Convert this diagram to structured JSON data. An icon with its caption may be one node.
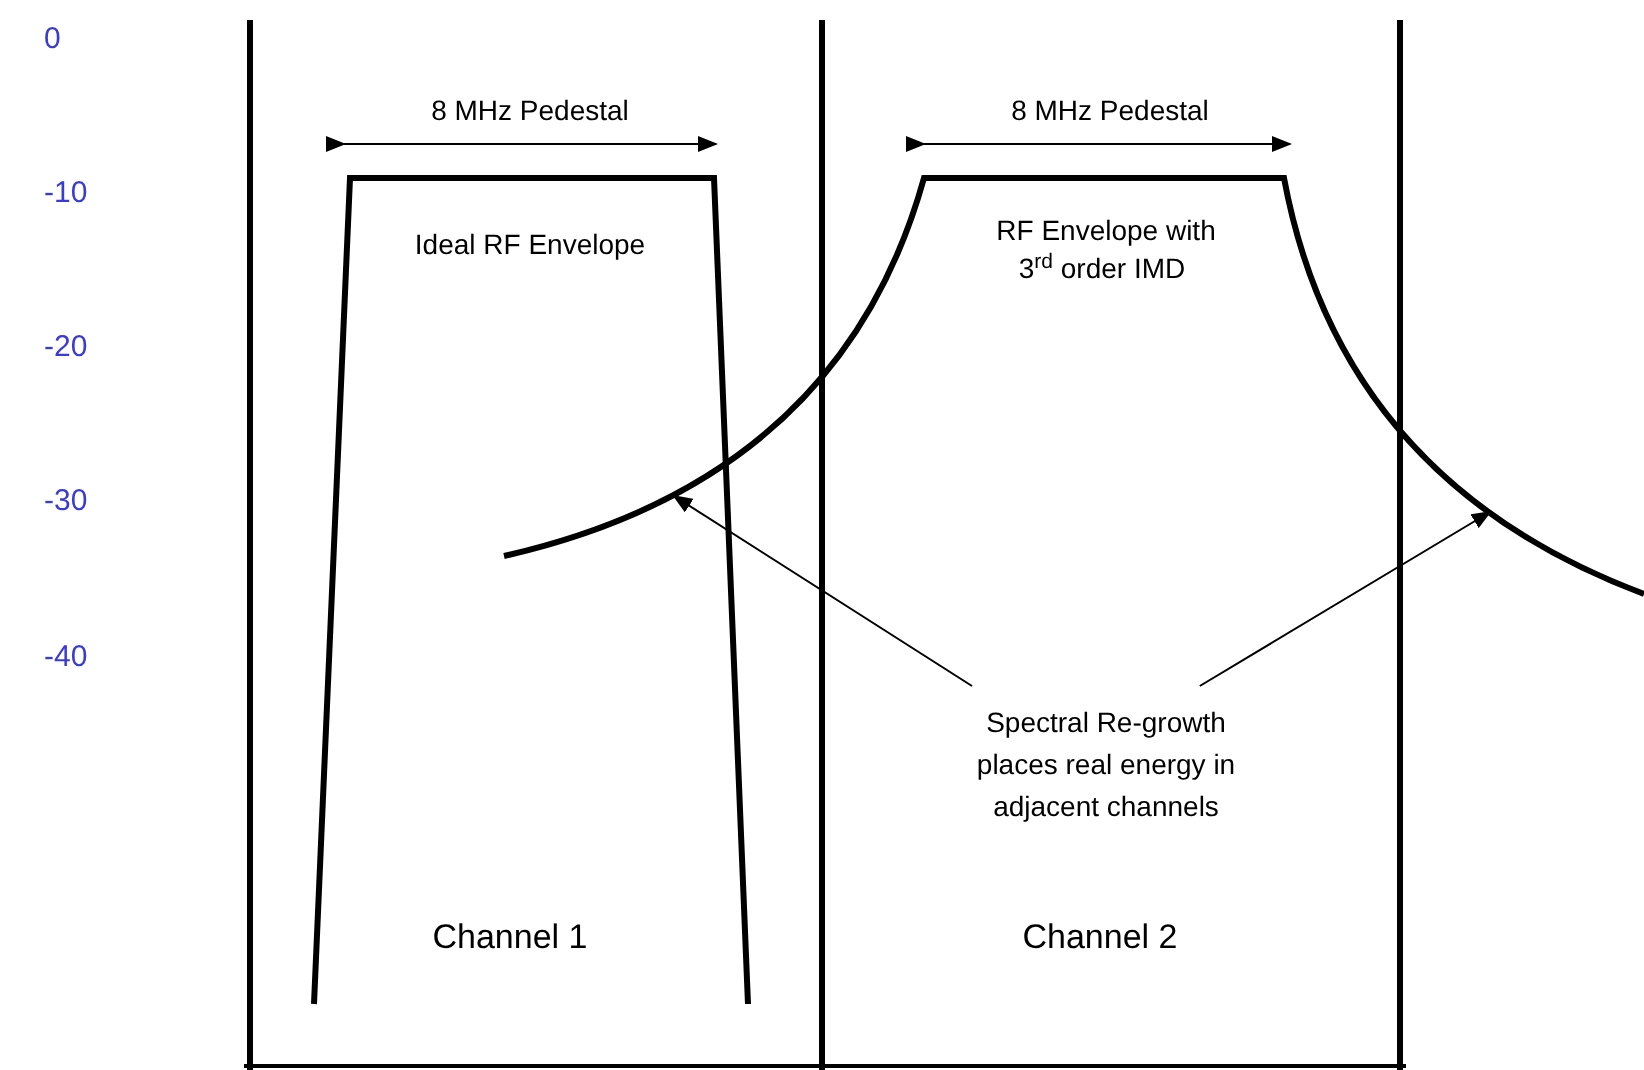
{
  "diagram": {
    "nodes": [
      {
        "text": [
          "Spectral Re-growth places real energy in adjacent channels"
        ]
      },
      {
        "text": [],
        "shape": "curve"
      }
    ],
    "edges": [
      {
        "from": 0,
        "to": 1,
        "arrow": "to"
      },
      {
        "from": 0,
        "to": 1,
        "arrow": "to"
      }
    ],
    "labels": [
      "0",
      "-10",
      "-20",
      "-30",
      "-40",
      "8 MHz Pedestal",
      "8 MHz Pedestal",
      "Ideal RF Envelope",
      "RF Envelope with 3$^{rd}$ order IMD",
      "Channel 1",
      "Channel 2"
    ]
  }
}
